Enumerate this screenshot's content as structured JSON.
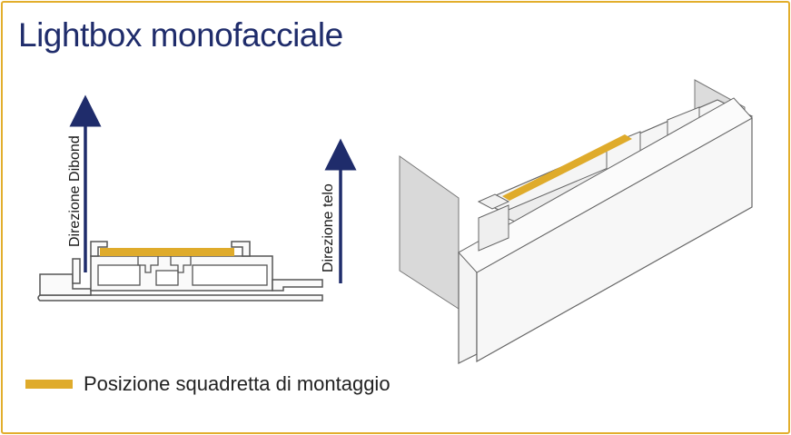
{
  "title": "Lightbox monofacciale",
  "labels": {
    "dibond_direction": "Direzione Dibond",
    "fabric_direction": "Direzione telo"
  },
  "legend": {
    "mounting_bracket_position": "Posizione squadretta di montaggio"
  },
  "colors": {
    "border": "#e2ae2c",
    "title": "#1f2c6b",
    "arrow": "#1f2c6b",
    "bracket": "#dfab2b",
    "profile_stroke": "#555555",
    "panel": "#d9d9d9"
  }
}
